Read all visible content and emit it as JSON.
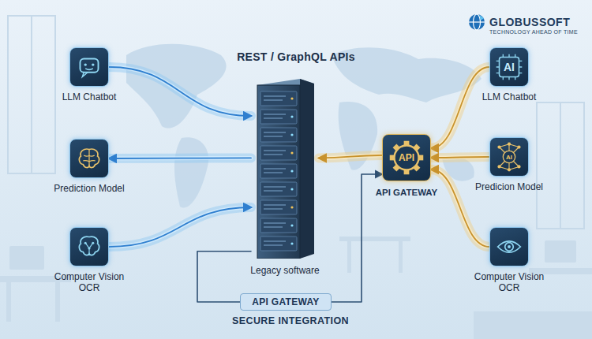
{
  "diagram": {
    "title": "REST / GraphQL APIs",
    "nodes": [
      {
        "text": [
          "LLM Chatbot"
        ]
      },
      {
        "text": [
          "Prediction Model"
        ]
      },
      {
        "text": [
          "Computer Vision OCR"
        ]
      },
      {
        "text": [
          "Legacy software"
        ]
      },
      {
        "text": [
          "API",
          "API GATEWAY"
        ]
      },
      {
        "text": [
          "AI",
          "LLM Chatbot"
        ]
      },
      {
        "text": [
          "AI",
          "Predicion Model"
        ]
      },
      {
        "text": [
          "Computer Vision OCR"
        ]
      },
      {
        "text": [
          "API GATEWAY"
        ]
      }
    ],
    "edges": [
      {
        "from": 0,
        "to": 3,
        "arrow": "to"
      },
      {
        "from": 3,
        "to": 1,
        "arrow": "to"
      },
      {
        "from": 2,
        "to": 3,
        "arrow": "to"
      },
      {
        "from": 5,
        "to": 4,
        "arrow": "to"
      },
      {
        "from": 6,
        "to": 4,
        "arrow": "to"
      },
      {
        "from": 7,
        "to": 4,
        "arrow": "to"
      },
      {
        "from": 4,
        "to": 3,
        "arrow": "to"
      },
      {
        "from": 3,
        "to": 8,
        "arrow": "none"
      },
      {
        "from": 8,
        "to": 4,
        "arrow": "to"
      }
    ],
    "labels": [
      "GLOBUSSOFT",
      "TECHNOLOGY AHEAD OF TIME",
      "SECURE INTEGRATION"
    ]
  }
}
